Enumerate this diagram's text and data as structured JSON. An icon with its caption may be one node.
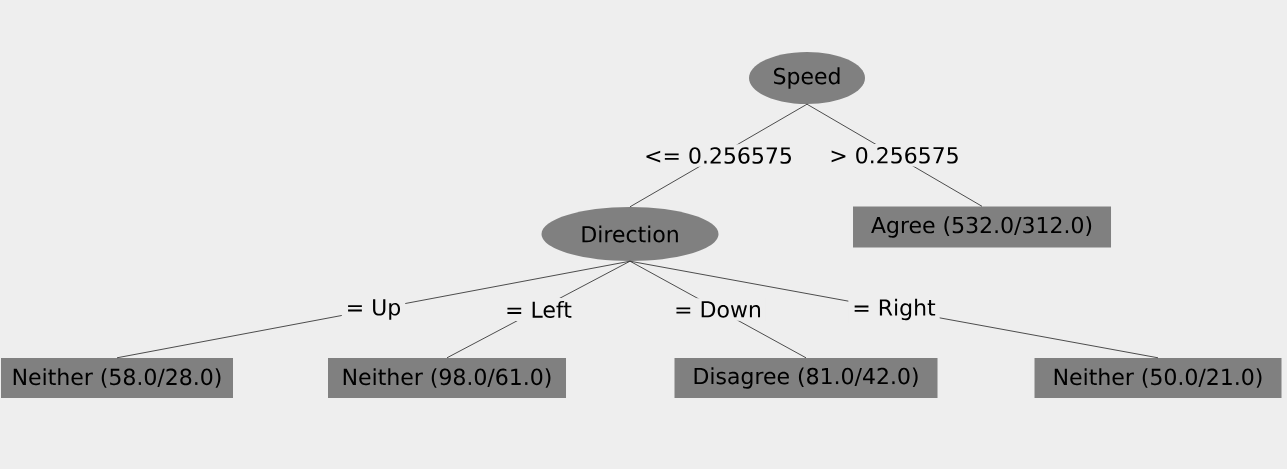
{
  "diagram": {
    "nodes": [
      {
        "text": [
          "Speed"
        ]
      },
      {
        "text": [
          "Direction"
        ]
      },
      {
        "text": [
          "Agree (532.0/312.0)"
        ]
      },
      {
        "text": [
          "Neither (58.0/28.0)"
        ]
      },
      {
        "text": [
          "Neither (98.0/61.0)"
        ]
      },
      {
        "text": [
          "Disagree (81.0/42.0)"
        ]
      },
      {
        "text": [
          "Neither (50.0/21.0)"
        ]
      }
    ],
    "edges": [
      {
        "from": 0,
        "to": 1,
        "arrow": "none",
        "label": "<= 0.256575"
      },
      {
        "from": 0,
        "to": 2,
        "arrow": "none",
        "label": "> 0.256575"
      },
      {
        "from": 1,
        "to": 3,
        "arrow": "none",
        "label": "= Up"
      },
      {
        "from": 1,
        "to": 4,
        "arrow": "none",
        "label": "= Left"
      },
      {
        "from": 1,
        "to": 5,
        "arrow": "none",
        "label": "= Down"
      },
      {
        "from": 1,
        "to": 6,
        "arrow": "none",
        "label": "= Right"
      }
    ]
  }
}
